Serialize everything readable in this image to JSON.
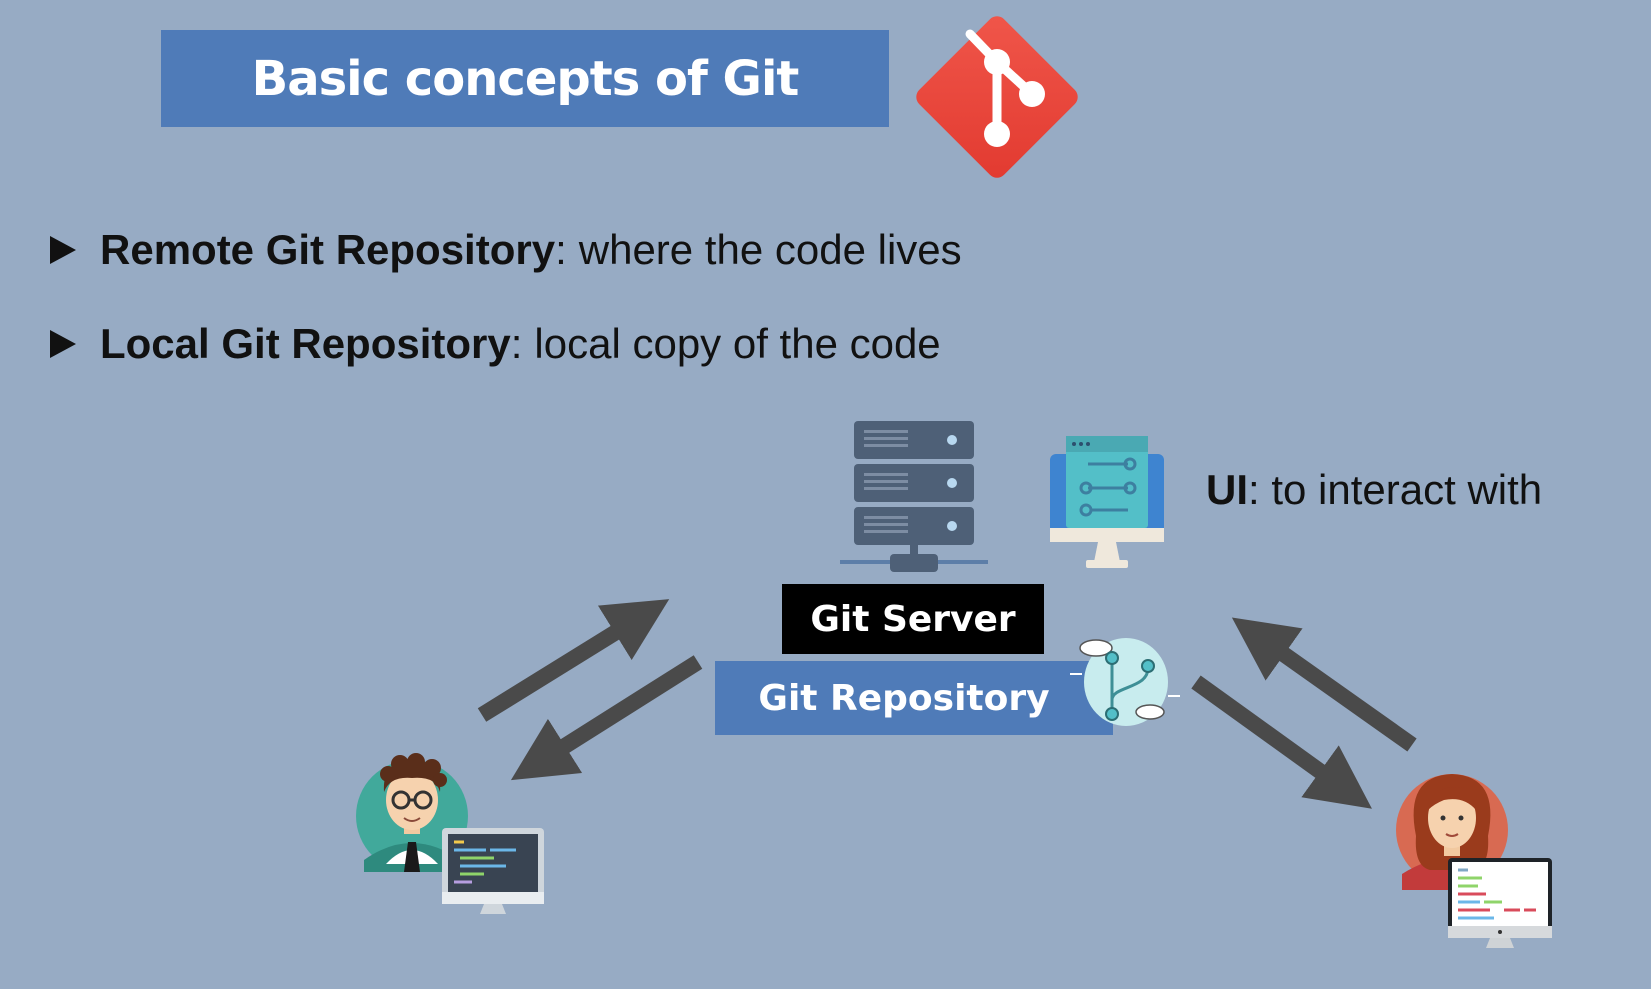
{
  "title": "Basic concepts of Git",
  "bullets": [
    {
      "term": "Remote Git Repository",
      "separator": ":",
      "description": "where the code lives"
    },
    {
      "term": "Local Git Repository",
      "separator": ":",
      "description": "local copy of the code"
    }
  ],
  "ui_caption": {
    "term": "UI",
    "separator": ":",
    "description": "to interact with"
  },
  "server": {
    "server_label": "Git Server",
    "repository_label": "Git Repository"
  },
  "colors": {
    "background": "#97abc4",
    "banner": "#4f7bb8",
    "git_logo": "#e8463a",
    "arrows": "#4a4a4a"
  },
  "icons": [
    "git-logo-icon",
    "server-rack-icon",
    "ui-monitor-icon",
    "repository-cloud-icon",
    "developer-male-icon",
    "developer-female-icon"
  ]
}
